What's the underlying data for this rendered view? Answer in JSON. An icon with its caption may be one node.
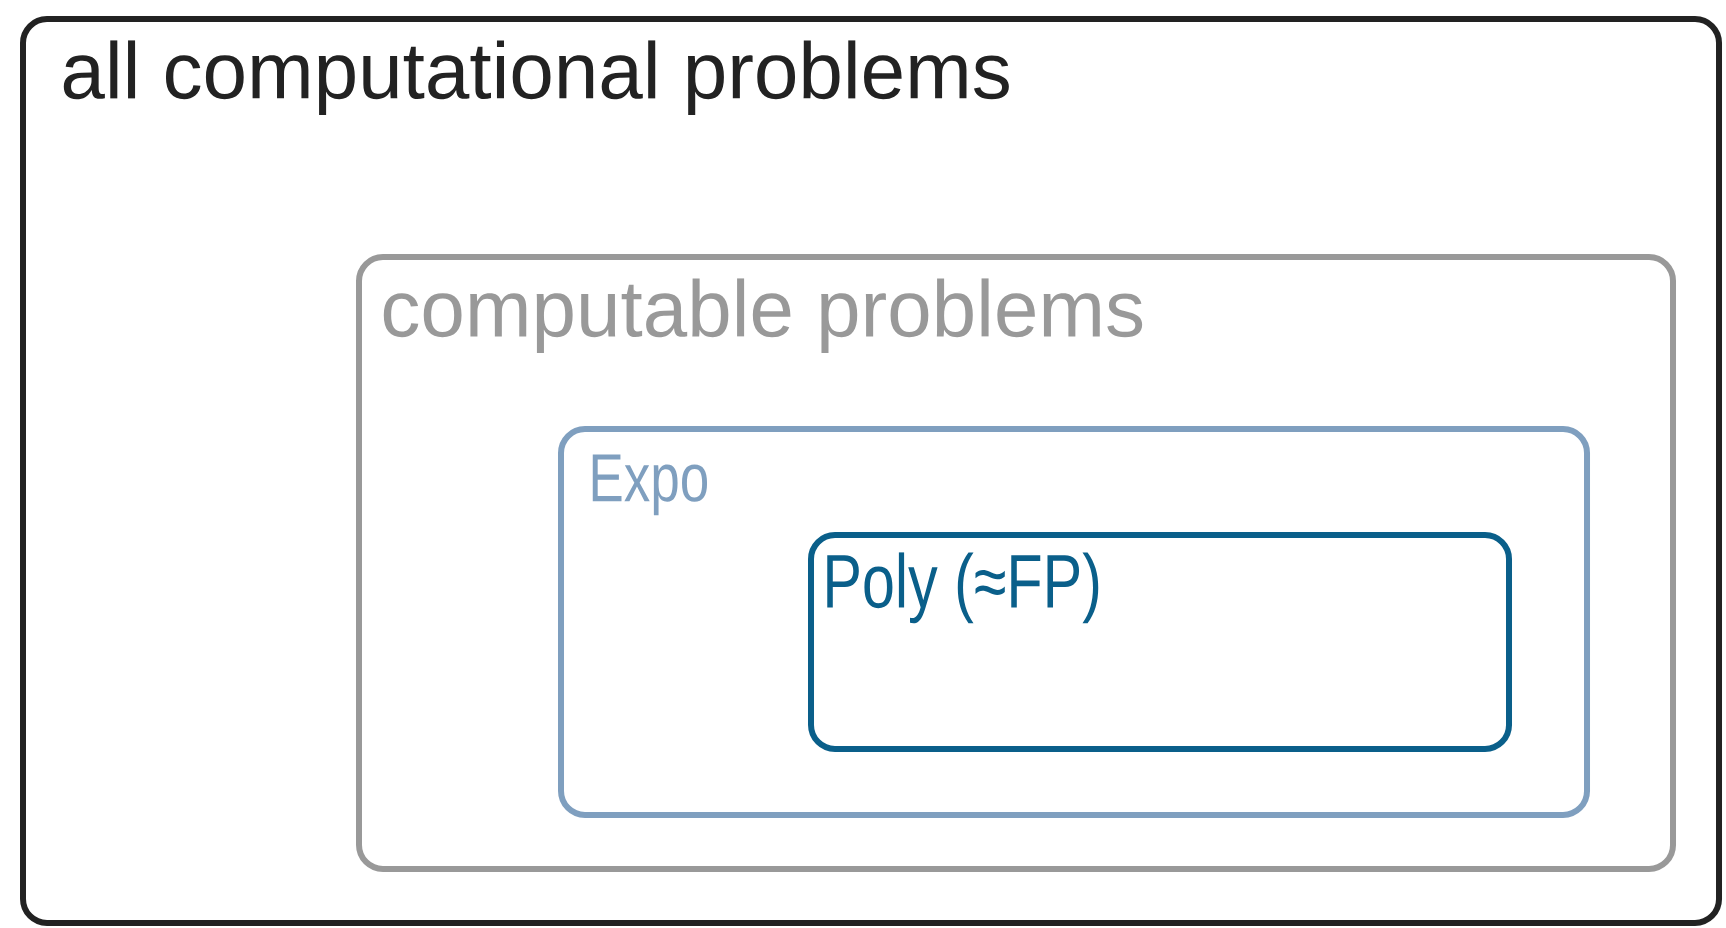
{
  "diagram": {
    "nodes": [
      {
        "text": [
          "all computational problems"
        ]
      },
      {
        "text": [
          "computable problems"
        ],
        "in": 0
      },
      {
        "text": [
          "Expo"
        ],
        "in": 1
      },
      {
        "text": [
          "Poly (≈FP)"
        ],
        "in": 2
      }
    ]
  }
}
